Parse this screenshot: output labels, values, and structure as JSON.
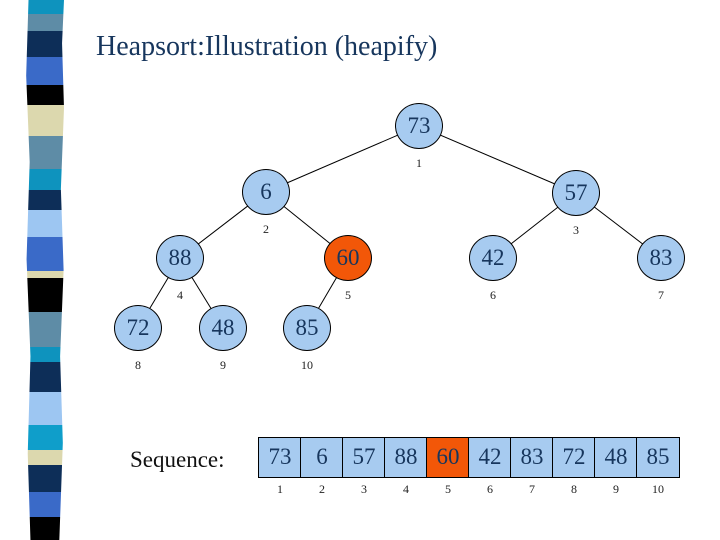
{
  "title": {
    "part1": "Heapsort:",
    "part2": "Illustration (heapify)"
  },
  "colors": {
    "title_text": "#17365D",
    "node_fill": "#A7CBF0",
    "node_border": "#000000",
    "highlight_fill": "#F25708",
    "node_text": "#17365D",
    "index_text": "#222222"
  },
  "tree": {
    "nodes": [
      {
        "value": "73",
        "index": "1",
        "highlighted": false
      },
      {
        "value": "6",
        "index": "2",
        "highlighted": false
      },
      {
        "value": "57",
        "index": "3",
        "highlighted": false
      },
      {
        "value": "88",
        "index": "4",
        "highlighted": false
      },
      {
        "value": "60",
        "index": "5",
        "highlighted": true
      },
      {
        "value": "42",
        "index": "6",
        "highlighted": false
      },
      {
        "value": "83",
        "index": "7",
        "highlighted": false
      },
      {
        "value": "72",
        "index": "8",
        "highlighted": false
      },
      {
        "value": "48",
        "index": "9",
        "highlighted": false
      },
      {
        "value": "85",
        "index": "10",
        "highlighted": false
      }
    ],
    "edges": [
      [
        0,
        1
      ],
      [
        0,
        2
      ],
      [
        1,
        3
      ],
      [
        1,
        4
      ],
      [
        2,
        5
      ],
      [
        2,
        6
      ],
      [
        3,
        7
      ],
      [
        3,
        8
      ],
      [
        4,
        9
      ]
    ]
  },
  "sequence": {
    "label": "Sequence:",
    "cells": [
      {
        "value": "73",
        "index": "1",
        "highlighted": false
      },
      {
        "value": "6",
        "index": "2",
        "highlighted": false
      },
      {
        "value": "57",
        "index": "3",
        "highlighted": false
      },
      {
        "value": "88",
        "index": "4",
        "highlighted": false
      },
      {
        "value": "60",
        "index": "5",
        "highlighted": true
      },
      {
        "value": "42",
        "index": "6",
        "highlighted": false
      },
      {
        "value": "83",
        "index": "7",
        "highlighted": false
      },
      {
        "value": "72",
        "index": "8",
        "highlighted": false
      },
      {
        "value": "48",
        "index": "9",
        "highlighted": false
      },
      {
        "value": "85",
        "index": "10",
        "highlighted": false
      }
    ]
  },
  "left_stripe": {
    "segments": [
      {
        "color": "#0E93BE",
        "h": 14
      },
      {
        "color": "#5E8CA6",
        "h": 17
      },
      {
        "color": "#0D2E58",
        "h": 26
      },
      {
        "color": "#3A6AC8",
        "h": 28
      },
      {
        "color": "#000000",
        "h": 20
      },
      {
        "color": "#DCD8AE",
        "h": 31
      },
      {
        "color": "#5E8CA6",
        "h": 33
      },
      {
        "color": "#0E93BE",
        "h": 21
      },
      {
        "color": "#0D2E58",
        "h": 20
      },
      {
        "color": "#9DC6F2",
        "h": 27
      },
      {
        "color": "#3A6AC8",
        "h": 34
      },
      {
        "color": "#DCD8AE",
        "h": 7
      },
      {
        "color": "#000000",
        "h": 34
      },
      {
        "color": "#5E8CA6",
        "h": 35
      },
      {
        "color": "#0E93BE",
        "h": 15
      },
      {
        "color": "#0D2E58",
        "h": 30
      },
      {
        "color": "#9DC6F2",
        "h": 33
      },
      {
        "color": "#0F9ECA",
        "h": 25
      },
      {
        "color": "#DCD8AE",
        "h": 15
      },
      {
        "color": "#0D2E58",
        "h": 27
      },
      {
        "color": "#3A6AC8",
        "h": 25
      },
      {
        "color": "#000000",
        "h": 23
      }
    ]
  }
}
